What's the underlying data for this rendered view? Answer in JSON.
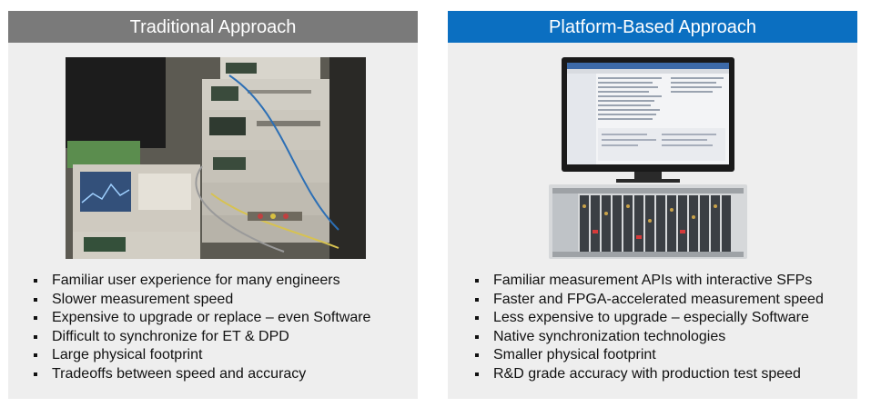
{
  "left": {
    "title": "Traditional Approach",
    "image": "bench-instruments-photo",
    "bullets": [
      "Familiar user experience for many engineers",
      "Slower measurement speed",
      "Expensive to upgrade or replace – even Software",
      "Difficult to synchronize for ET & DPD",
      "Large physical footprint",
      "Tradeoffs between speed and accuracy"
    ]
  },
  "right": {
    "title": "Platform-Based Approach",
    "image": "pxi-system-with-monitor-photo",
    "bullets": [
      "Familiar measurement APIs with interactive SFPs",
      "Faster and FPGA-accelerated measurement speed",
      "Less expensive to upgrade – especially Software",
      "Native synchronization technologies",
      "Smaller physical footprint",
      "R&D grade accuracy with production test speed"
    ]
  },
  "colors": {
    "left_header": "#7a7a7a",
    "right_header": "#0b6fc1",
    "panel_background": "#eeeeee"
  }
}
